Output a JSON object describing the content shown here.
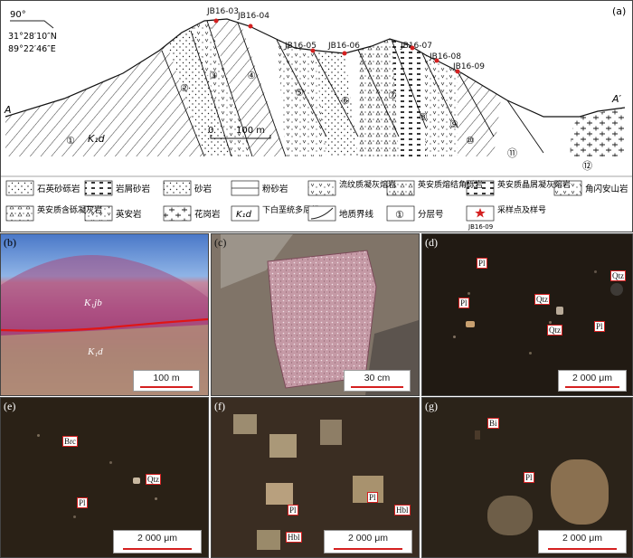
{
  "panel_a": {
    "label": "(a)",
    "north": "90°",
    "lat": "31°28′10″N",
    "lon": "89°22′46″E",
    "section_ends": {
      "left": "A",
      "right": "A′"
    },
    "samples": [
      "JB16-03",
      "JB16-04",
      "JB16-05",
      "JB16-06",
      "JB16-07",
      "JB16-08",
      "JB16-09"
    ],
    "layers": [
      "①",
      "②",
      "③",
      "④",
      "⑤",
      "⑥",
      "⑦",
      "⑧",
      "⑨",
      "⑩",
      "⑪",
      "⑫"
    ],
    "unit_label": "K₁d",
    "scale": {
      "zero": "0",
      "length": "100 m"
    },
    "legend": [
      {
        "name": "石英砂砾岩"
      },
      {
        "name": "岩屑砂岩"
      },
      {
        "name": "砂岩"
      },
      {
        "name": "粉砂岩"
      },
      {
        "name": "流纹质凝灰熔岩"
      },
      {
        "name": "英安质熔结角砾岩"
      },
      {
        "name": "英安质晶屑凝灰熔岩"
      },
      {
        "name": "角闪安山岩"
      },
      {
        "name": "英安质含砾凝灰岩"
      },
      {
        "name": "英安岩"
      },
      {
        "name": "花岗岩"
      },
      {
        "name": "下白垩统多尼组"
      },
      {
        "name": "地质界线"
      },
      {
        "name": "分层号"
      },
      {
        "name": "采样点及样号",
        "sample": "JB16-09"
      }
    ],
    "legend_unit_symbol": "K₁d",
    "legend_layer_symbol": "①"
  },
  "panel_b": {
    "label": "(b)",
    "unit_upper": "K₁jb",
    "unit_lower": "K₁d",
    "scale": "100 m"
  },
  "panel_c": {
    "label": "(c)",
    "scale": "30 cm"
  },
  "panel_d": {
    "label": "(d)",
    "minerals": [
      "Pl",
      "Pl",
      "Qtz",
      "Qtz",
      "Qtz",
      "Pl"
    ],
    "scale": "2 000 μm"
  },
  "panel_e": {
    "label": "(e)",
    "minerals": [
      "Brc",
      "Qtz",
      "Pl"
    ],
    "scale": "2 000 μm"
  },
  "panel_f": {
    "label": "(f)",
    "minerals": [
      "Pl",
      "Pl",
      "Hbl",
      "Hbl"
    ],
    "scale": "2 000 μm"
  },
  "panel_g": {
    "label": "(g)",
    "minerals": [
      "Bi",
      "Pl"
    ],
    "scale": "2 000 μm"
  },
  "colors": {
    "red": "#d42020",
    "frame": "#444444"
  }
}
